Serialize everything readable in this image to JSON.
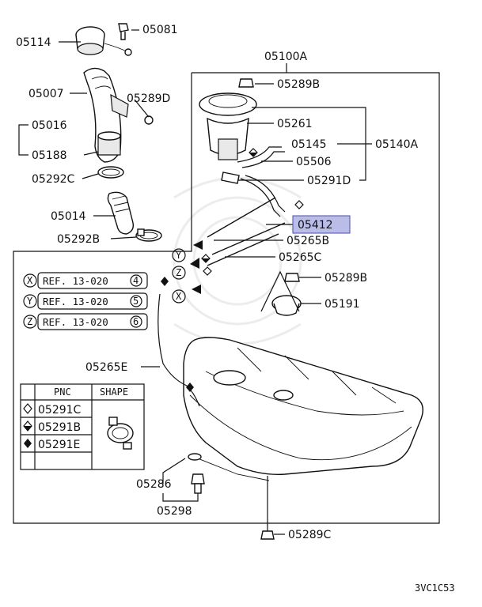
{
  "diagram_id": "3VC1C53",
  "highlighted_part": "05412",
  "labels": {
    "p05114": "05114",
    "p05081": "05081",
    "p05100A": "05100A",
    "p05007": "05007",
    "p05289D": "05289D",
    "p05289B_top": "05289B",
    "p05016": "05016",
    "p05188": "05188",
    "p05261": "05261",
    "p05145": "05145",
    "p05140A": "05140A",
    "p05506": "05506",
    "p05292C": "05292C",
    "p05291D": "05291D",
    "p05014": "05014",
    "p05412": "05412",
    "p05292B": "05292B",
    "p05265B": "05265B",
    "p05265C": "05265C",
    "p05289B_mid": "05289B",
    "p05191": "05191",
    "p05265E": "05265E",
    "p05286": "05286",
    "p05298": "05298",
    "p05289C": "05289C"
  },
  "refs": [
    {
      "letter": "X",
      "text": "REF. 13-020",
      "num": "4"
    },
    {
      "letter": "Y",
      "text": "REF. 13-020",
      "num": "5"
    },
    {
      "letter": "Z",
      "text": "REF. 13-020",
      "num": "6"
    }
  ],
  "callouts": {
    "y": "Y",
    "z": "Z",
    "x": "X"
  },
  "shape_table": {
    "col_pnc": "PNC",
    "col_shape": "SHAPE",
    "rows": [
      {
        "symbol": "diamond-outline-icon",
        "pnc": "05291C"
      },
      {
        "symbol": "diamond-half-icon",
        "pnc": "05291B"
      },
      {
        "symbol": "diamond-filled-icon",
        "pnc": "05291E"
      }
    ]
  }
}
